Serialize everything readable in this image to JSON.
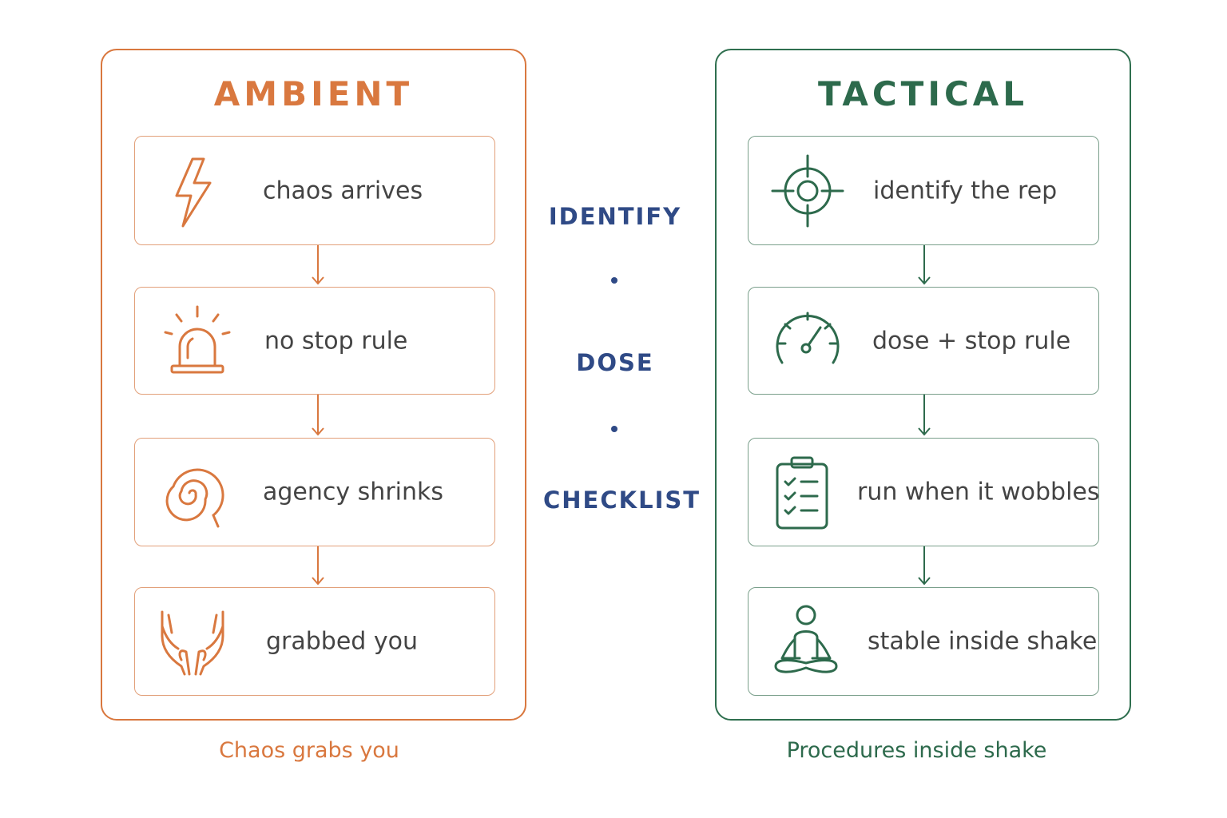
{
  "ambient": {
    "title": "AMBIENT",
    "caption": "Chaos grabs you",
    "steps": [
      {
        "label": "chaos arrives",
        "icon": "lightning-icon"
      },
      {
        "label": "no stop rule",
        "icon": "siren-icon"
      },
      {
        "label": "agency shrinks",
        "icon": "spiral-icon"
      },
      {
        "label": "grabbed you",
        "icon": "open-hands-icon"
      }
    ]
  },
  "tactical": {
    "title": "TACTICAL",
    "caption": "Procedures inside shake",
    "steps": [
      {
        "label": "identify the rep",
        "icon": "crosshair-icon"
      },
      {
        "label": "dose + stop rule",
        "icon": "gauge-icon"
      },
      {
        "label": "run when it wobbles",
        "icon": "clipboard-checklist-icon"
      },
      {
        "label": "stable inside shake",
        "icon": "meditation-icon"
      }
    ]
  },
  "middle": {
    "items": [
      "IDENTIFY",
      "DOSE",
      "CHECKLIST"
    ]
  },
  "colors": {
    "ambient": "#d9783f",
    "tactical": "#2d6a4c",
    "middle": "#2f4a86"
  }
}
